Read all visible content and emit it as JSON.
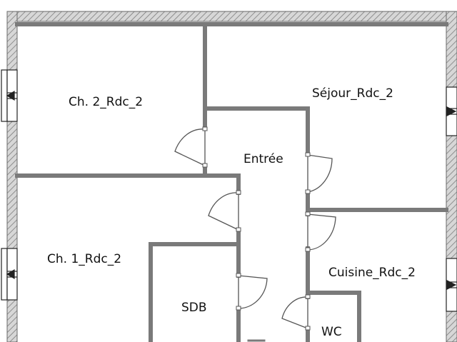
{
  "colors": {
    "wall": "#7a7a7a",
    "outer_wall_fill": "#d7d7d7",
    "hatch": "#7d7d7d",
    "door": "#555555",
    "window": "#222222",
    "label": "#111111",
    "background": "#ffffff"
  },
  "rooms": {
    "chambre_2": "Ch. 2_Rdc_2",
    "sejour": "Séjour_Rdc_2",
    "entree": "Entrée",
    "chambre_1": "Ch. 1_Rdc_2",
    "cuisine": "Cuisine_Rdc_2",
    "sdb": "SDB",
    "wc": "WC"
  }
}
